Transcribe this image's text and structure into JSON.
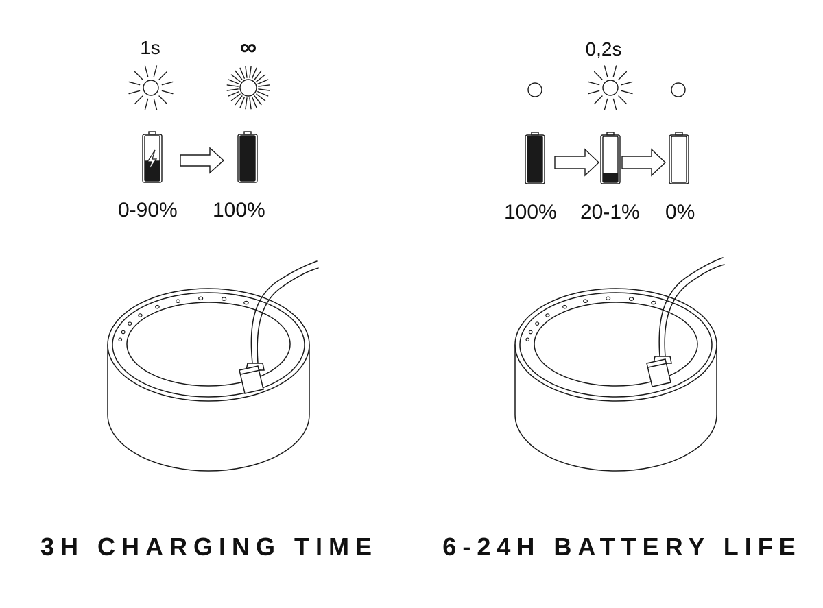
{
  "left_panel": {
    "blink_labels": [
      "1s",
      "∞"
    ],
    "percent_labels": [
      "0-90%",
      "100%"
    ],
    "caption": "3H CHARGING TIME"
  },
  "right_panel": {
    "blink_labels": [
      "0,2s"
    ],
    "percent_labels": [
      "100%",
      "20-1%",
      "0%"
    ],
    "caption": "6-24H BATTERY LIFE"
  },
  "battery_levels": {
    "charging_from": 0.45,
    "full": 1.0,
    "low": 0.2,
    "empty": 0.0
  },
  "icons": [
    "light-blink-icon",
    "light-steady-icon",
    "light-off-icon",
    "battery-icon",
    "arrow-right-icon",
    "lamp-base-icon",
    "cable-icon"
  ]
}
